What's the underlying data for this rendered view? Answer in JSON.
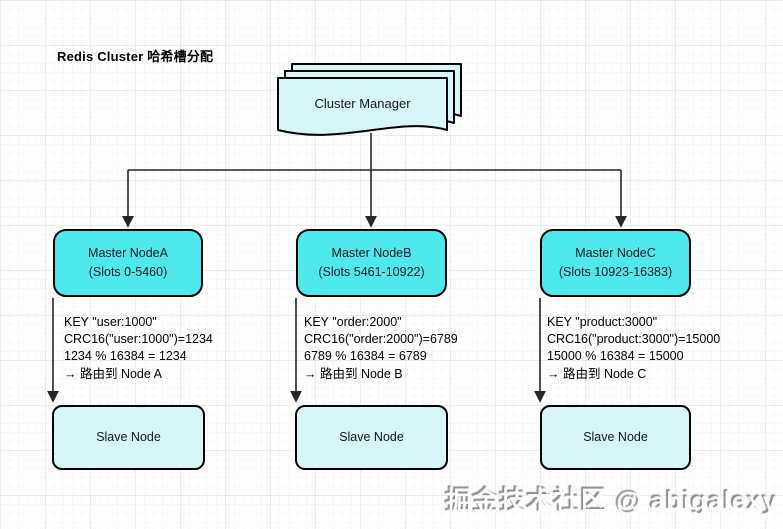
{
  "page": {
    "title": "Redis Cluster 哈希槽分配",
    "watermark": "掘金技术社区 @ abigalexy"
  },
  "colors": {
    "master_fill": "#4ee9ec",
    "light_fill": "#d6f6f8",
    "border": "#000000",
    "line": "#262626"
  },
  "cluster_manager": {
    "label": "Cluster Manager"
  },
  "masters": [
    {
      "name": "Master NodeA",
      "slots": "(Slots 0-5460)",
      "annotation": [
        "KEY \"user:1000\"",
        "CRC16(\"user:1000\")=1234",
        "1234 % 16384 = 1234",
        "→ 路由到 Node A"
      ]
    },
    {
      "name": "Master NodeB",
      "slots": "(Slots 5461-10922)",
      "annotation": [
        "KEY \"order:2000\"",
        "CRC16(\"order:2000\")=6789",
        "6789 % 16384 = 6789",
        "→ 路由到 Node B"
      ]
    },
    {
      "name": "Master NodeC",
      "slots": "(Slots 10923-16383)",
      "annotation": [
        "KEY \"product:3000\"",
        "CRC16(\"product:3000\")=15000",
        "15000 % 16384 = 15000",
        "→ 路由到 Node C"
      ]
    }
  ],
  "slaves": [
    {
      "label": "Slave Node"
    },
    {
      "label": "Slave Node"
    },
    {
      "label": "Slave Node"
    }
  ]
}
